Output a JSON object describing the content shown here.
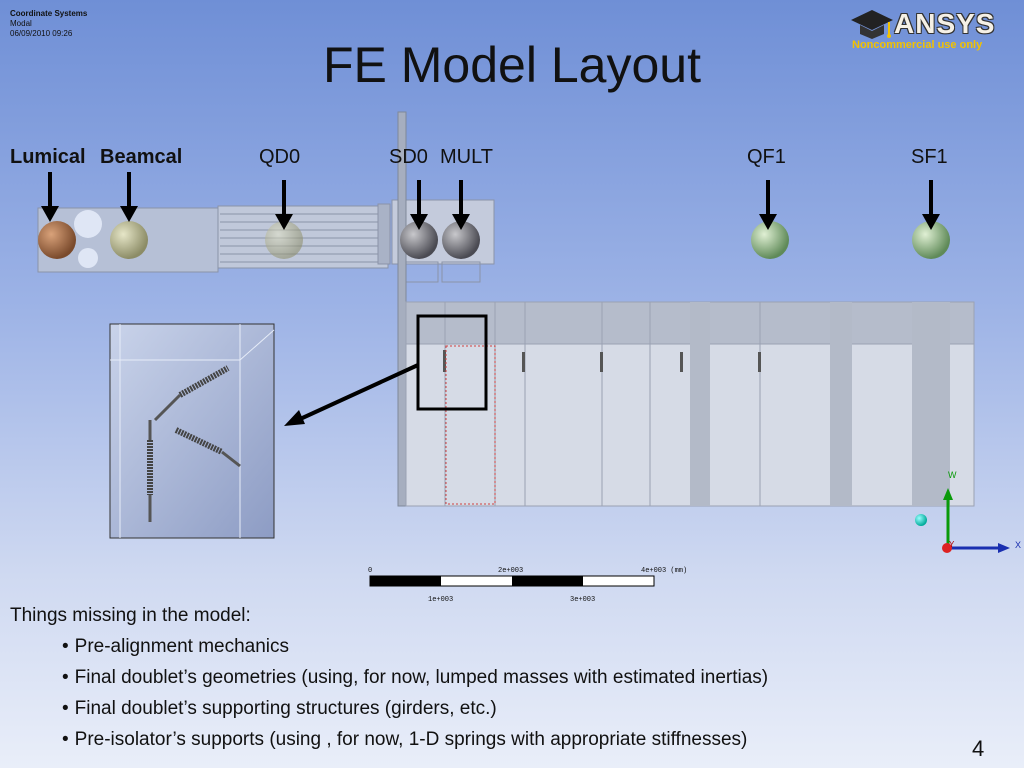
{
  "header": {
    "meta_title": "Coordinate Systems",
    "meta_sub": "Modal",
    "meta_date": "06/09/2010 09:26",
    "slide_title": "FE Model Layout"
  },
  "logo": {
    "brand": "ANSYS",
    "tagline": "Noncommercial use only",
    "icon": "graduation-cap-icon"
  },
  "components": {
    "lumical": "Lumical",
    "beamcal": "Beamcal",
    "qd0": "QD0",
    "sd0": "SD0",
    "mult": "MULT",
    "qf1": "QF1",
    "sf1": "SF1"
  },
  "scale_bar": {
    "t0": "0",
    "t2": "2e+003",
    "t4": "4e+003 (mm)",
    "t1": "1e+003",
    "t3": "3e+003"
  },
  "triad": {
    "w": "W",
    "x": "X",
    "y": "Y"
  },
  "notes": {
    "heading": "Things missing in the model:",
    "items": [
      "Pre-alignment mechanics",
      "Final doublet’s geometries (using, for now, lumped masses with estimated inertias)",
      "Final doublet’s supporting structures (girders, etc.)",
      "Pre-isolator’s supports (using , for now, 1-D springs with appropriate stiffnesses)"
    ]
  },
  "page_number": "4",
  "colors": {
    "arrow": "#000000",
    "frame": "#000000",
    "triad_w": "#0a9a0a",
    "triad_x": "#1a2fb0"
  }
}
